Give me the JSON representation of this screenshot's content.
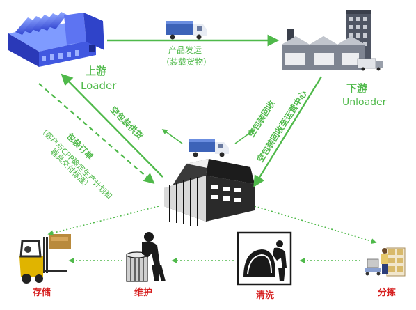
{
  "nodes": {
    "upstream": {
      "zh": "上游",
      "en": "Loader"
    },
    "downstream": {
      "zh": "下游",
      "en": "Unloader"
    },
    "storage": "存储",
    "maintenance": "维护",
    "cleaning": "清洗",
    "sorting": "分拣"
  },
  "edges": {
    "shipping_main": "产品发运",
    "shipping_sub": "（装载货物）",
    "empty_supply": "空包装供货",
    "empty_return_1": "空包装回收",
    "empty_return_2": "空包装回收至运营中心",
    "order_1": "包装订单",
    "order_2": "（客户与CPP确定生产计划和",
    "order_3": "器具交付标准）"
  },
  "colors": {
    "arrow_green": "#4fb94a",
    "label_green": "#4fb94a",
    "label_red": "#d61f1f",
    "factory_blue": "#2f43c9"
  }
}
